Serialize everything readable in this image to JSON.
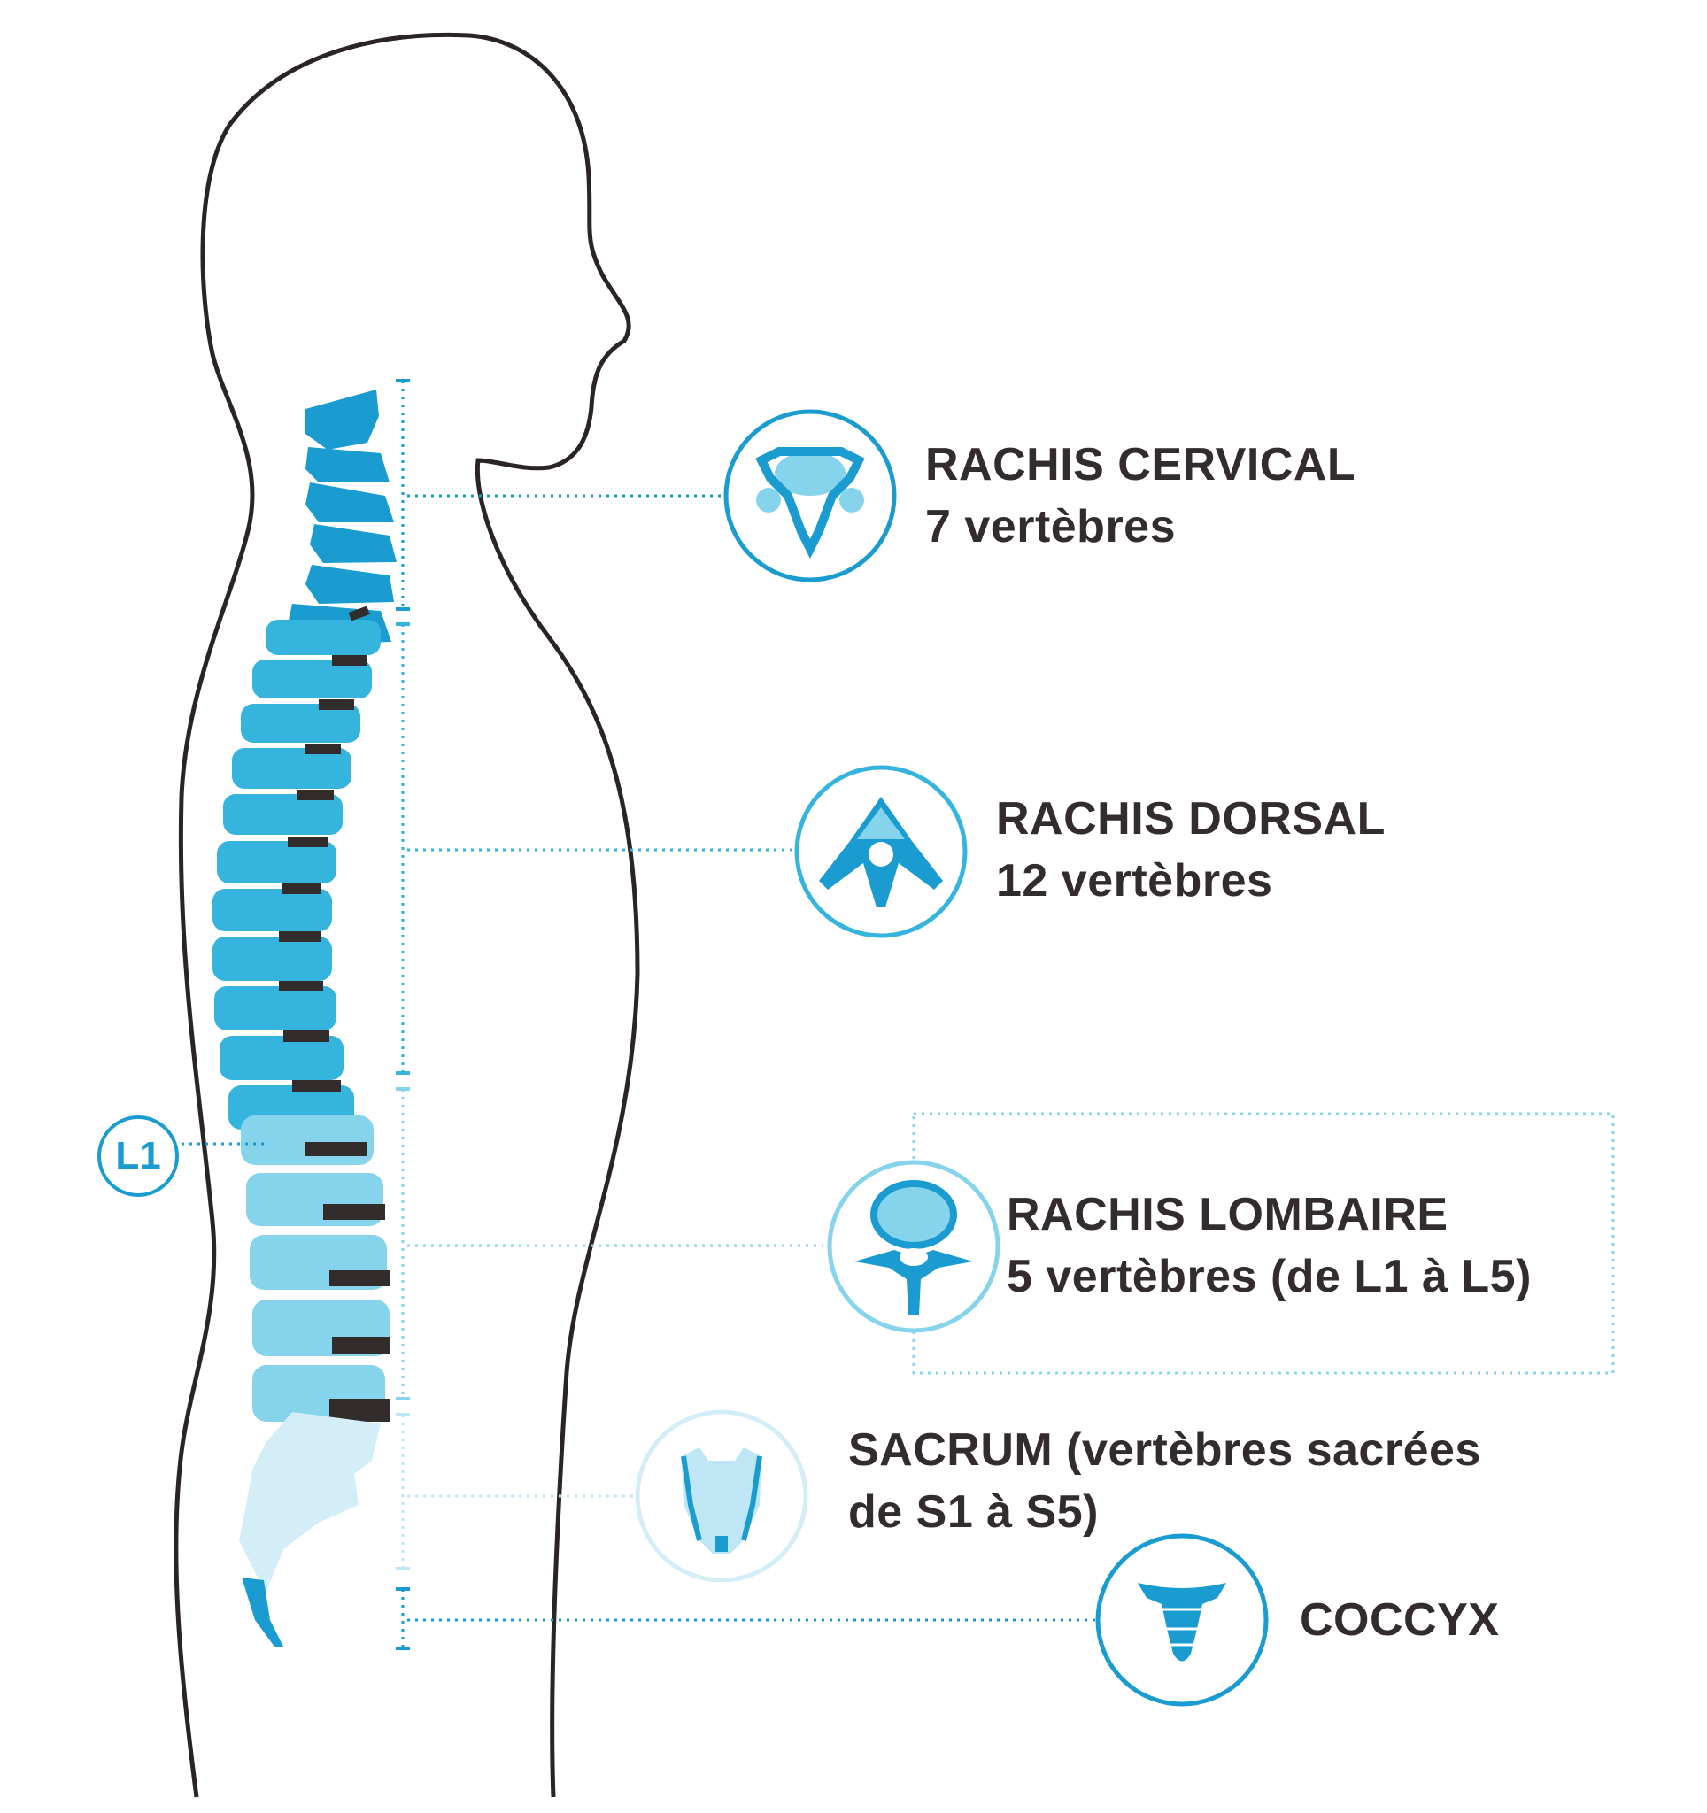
{
  "diagram": {
    "title": "Human spine regions",
    "colors": {
      "outline": "#2b2424",
      "cervical": "#1a9cd0",
      "dorsal": "#35b5dd",
      "lumbar": "#86d3ec",
      "sacrum": "#d4eef8",
      "coccyx": "#1a9cd0",
      "disc": "#332c2c",
      "text": "#332c2c"
    },
    "marker": {
      "label": "L1"
    },
    "sections": [
      {
        "id": "cervical",
        "title": "RACHIS CERVICAL",
        "subtitle": "7 vertèbres",
        "icon": "cervical-vertebra-icon"
      },
      {
        "id": "dorsal",
        "title": "RACHIS DORSAL",
        "subtitle": "12 vertèbres",
        "icon": "dorsal-vertebra-icon"
      },
      {
        "id": "lumbar",
        "title": "RACHIS LOMBAIRE",
        "subtitle": "5 vertèbres (de L1 à L5)",
        "icon": "lumbar-vertebra-icon"
      },
      {
        "id": "sacrum",
        "title": "SACRUM (vertèbres sacrées",
        "subtitle": "de S1 à S5)",
        "icon": "sacrum-icon"
      },
      {
        "id": "coccyx",
        "title": "COCCYX",
        "subtitle": "",
        "icon": "coccyx-icon"
      }
    ]
  }
}
